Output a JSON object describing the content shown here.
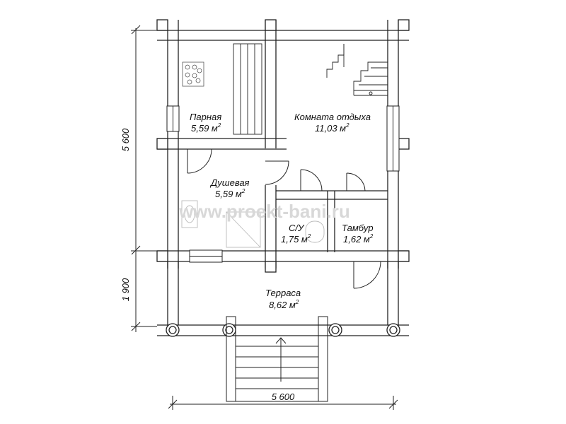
{
  "watermark": "www.proekt-bani.ru",
  "rooms": [
    {
      "id": "parnaya",
      "name": "Парная",
      "area": "5,59 м",
      "sup": "2"
    },
    {
      "id": "komnata",
      "name": "Комната отдыха",
      "area": "11,03 м",
      "sup": "2"
    },
    {
      "id": "dushevaya",
      "name": "Душевая",
      "area": "5,59 м",
      "sup": "2"
    },
    {
      "id": "su",
      "name": "С/У",
      "area": "1,75 м",
      "sup": "2"
    },
    {
      "id": "tambur",
      "name": "Тамбур",
      "area": "1,62 м",
      "sup": "2"
    },
    {
      "id": "terrasa",
      "name": "Терраса",
      "area": "8,62 м",
      "sup": "2"
    }
  ],
  "dimensions": {
    "left_upper": "5 600",
    "left_lower": "1 900",
    "bottom": "5 600"
  },
  "colors": {
    "line": "#222222",
    "hatch": "#999999",
    "watermark": "#d8d8d8"
  }
}
